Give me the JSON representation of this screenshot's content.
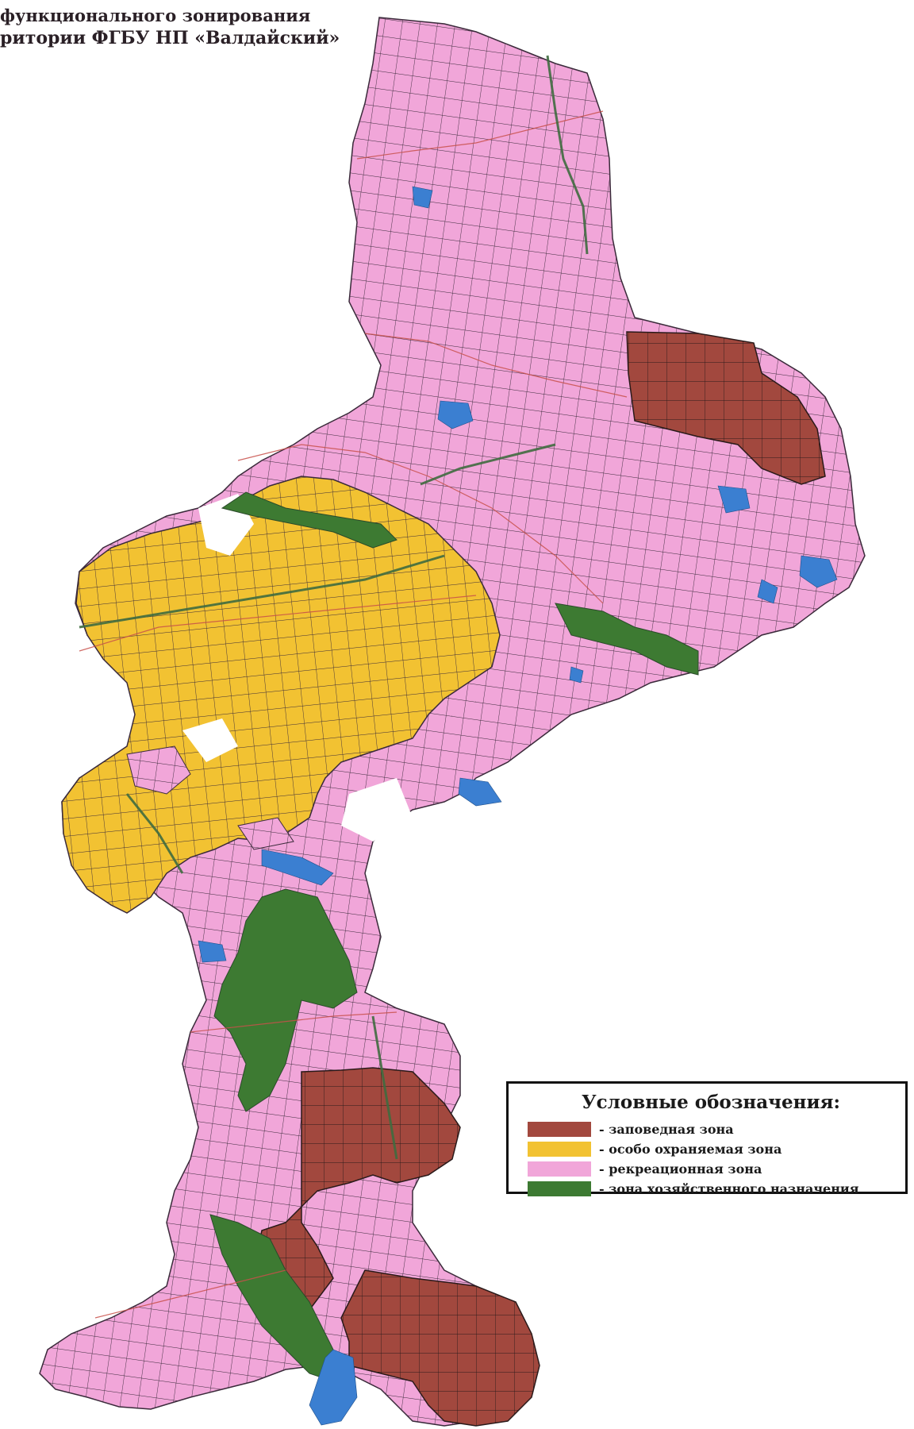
{
  "title": {
    "line1": "функционального зонирования",
    "line2": "ритории ФГБУ НП «Валдайский»"
  },
  "legend": {
    "title": "Условные обозначения:",
    "items": [
      {
        "label": "- заповедная зона",
        "color": "#a2483e",
        "icon": "zone-swatch"
      },
      {
        "label": "- особо охраняемая зона",
        "color": "#f2c232",
        "icon": "zone-swatch"
      },
      {
        "label": "- рекреационная зона",
        "color": "#f1a6d9",
        "icon": "zone-swatch"
      },
      {
        "label": "- зона хозяйственного назначения",
        "color": "#3d7a32",
        "icon": "zone-swatch"
      }
    ]
  },
  "colors": {
    "background": "#ffffff",
    "reserve": "#a2483e",
    "protected": "#f2c232",
    "recreation": "#f1a6d9",
    "economic": "#3d7a32",
    "water": "#3b7fd1",
    "boundary": "#3a2a3a",
    "road": "#c8504a",
    "rail": "#3f6b3f"
  },
  "map": {
    "zones": [
      "recreation",
      "protected",
      "reserve",
      "economic",
      "water"
    ]
  }
}
